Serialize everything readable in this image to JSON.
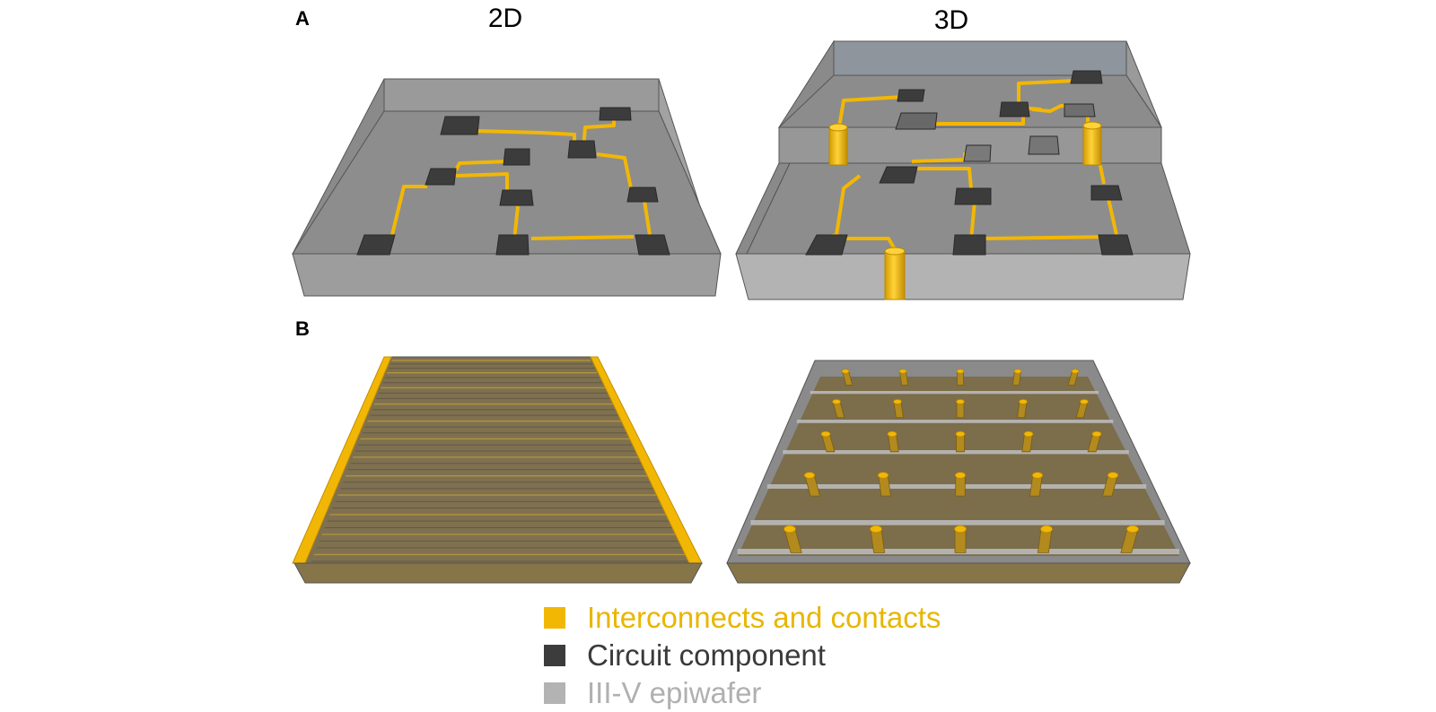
{
  "panels": {
    "a_label": "A",
    "b_label": "B",
    "col_2d": "2D",
    "col_3d": "3D"
  },
  "legend": [
    {
      "label": "Interconnects and contacts",
      "color": "#f2b705",
      "text_color": "#e8b600"
    },
    {
      "label": "Circuit component",
      "color": "#3c3c3c",
      "text_color": "#3a3a3a"
    },
    {
      "label": "III-V epiwafer",
      "color": "#b3b3b3",
      "text_color": "#b0b0b0"
    }
  ],
  "colors": {
    "wafer_top": "#8d8d8d",
    "wafer_side": "#a9a9a9",
    "wafer_edge": "#555555",
    "gold": "#f2b705",
    "gold_dark": "#c48f00",
    "component": "#3c3c3c",
    "component_faded": "#6b6b6b",
    "film": "#7a6a45"
  }
}
